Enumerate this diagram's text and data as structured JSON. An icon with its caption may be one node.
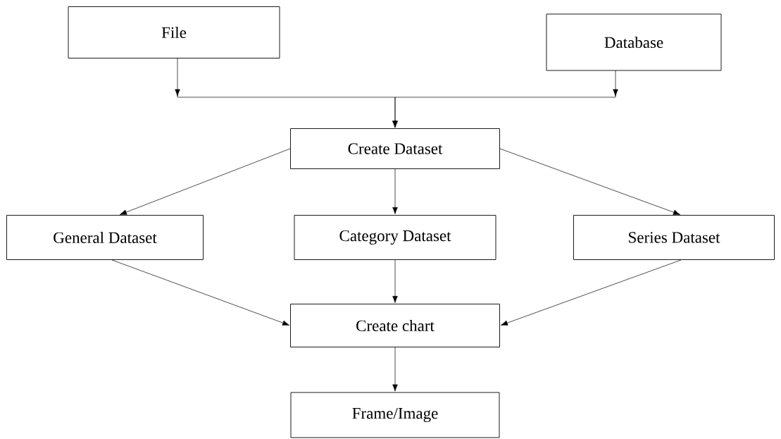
{
  "diagram": {
    "nodes": [
      {
        "text": [
          "File"
        ]
      },
      {
        "text": [
          "Database"
        ]
      },
      {
        "text": [
          "Create Dataset"
        ]
      },
      {
        "text": [
          "General Dataset"
        ]
      },
      {
        "text": [
          "Category Dataset"
        ]
      },
      {
        "text": [
          "Series Dataset"
        ]
      },
      {
        "text": [
          "Create chart"
        ]
      },
      {
        "text": [
          "Frame/Image"
        ]
      }
    ],
    "edges": [
      {
        "from": 0,
        "to": 2,
        "arrow": "to"
      },
      {
        "from": 1,
        "to": 2,
        "arrow": "to"
      },
      {
        "from": 2,
        "to": 3,
        "arrow": "to"
      },
      {
        "from": 2,
        "to": 4,
        "arrow": "to"
      },
      {
        "from": 2,
        "to": 5,
        "arrow": "to"
      },
      {
        "from": 3,
        "to": 6,
        "arrow": "to"
      },
      {
        "from": 4,
        "to": 6,
        "arrow": "to"
      },
      {
        "from": 5,
        "to": 6,
        "arrow": "to"
      },
      {
        "from": 6,
        "to": 7,
        "arrow": "to"
      }
    ]
  }
}
